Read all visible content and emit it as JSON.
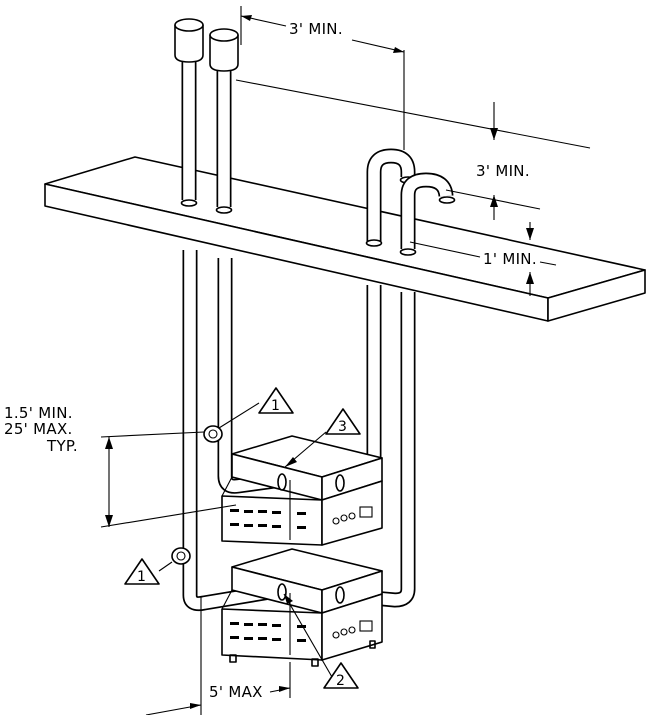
{
  "dimensions": {
    "top_horizontal": "3' MIN.",
    "right_upper": "3' MIN.",
    "right_lower": "1' MIN.",
    "left_line1": "1.5' MIN.",
    "left_line2": "25' MAX.",
    "left_line3": "TYP.",
    "bottom": "5' MAX"
  },
  "callouts": {
    "upper_termination": "1",
    "lower_termination": "1",
    "lower_water_heater": "2",
    "upper_water_heater": "3"
  }
}
